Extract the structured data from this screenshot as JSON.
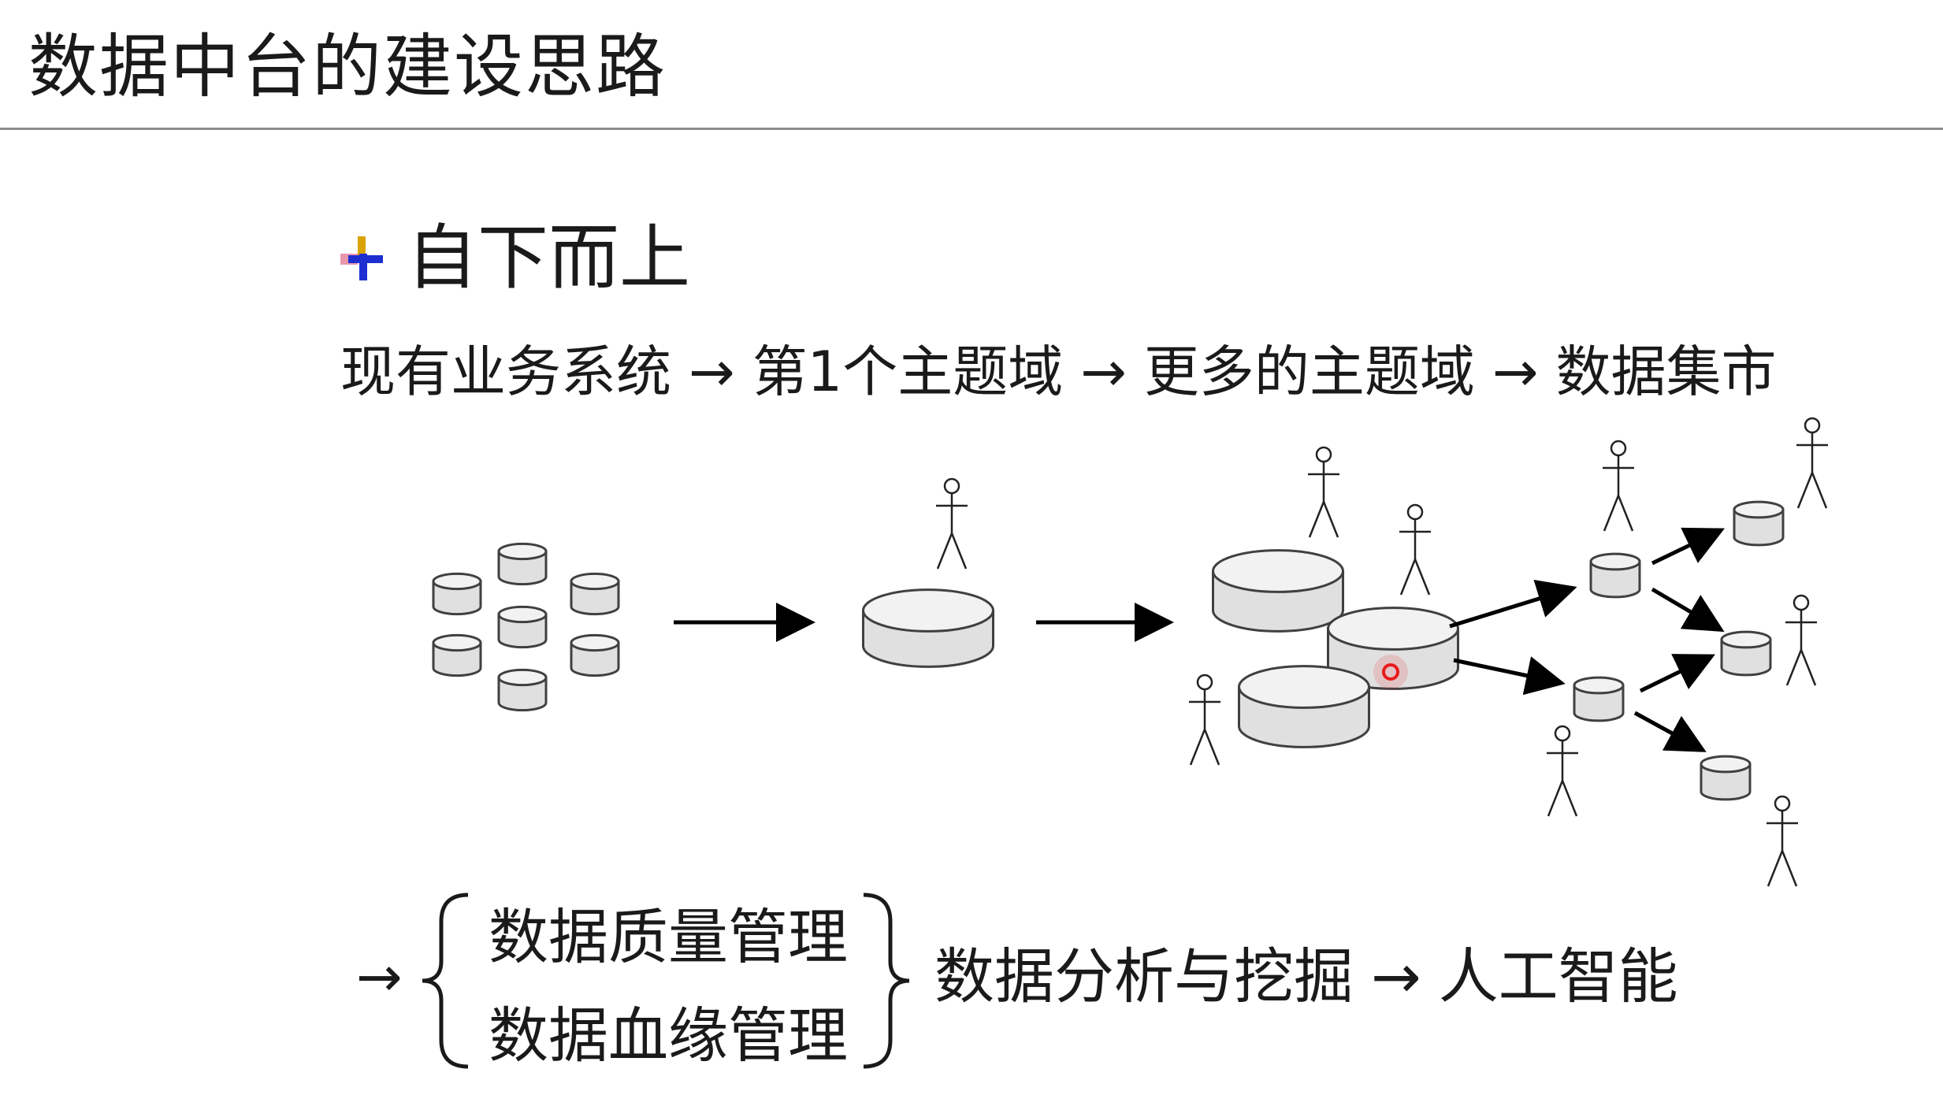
{
  "title": "数据中台的建设思路",
  "section": {
    "heading": "自下而上",
    "icon": "plus-bullet-icon"
  },
  "flow": {
    "steps": [
      "现有业务系统",
      "第1个主题域",
      "更多的主题域",
      "数据集市"
    ],
    "arrow": "→"
  },
  "bottom": {
    "lead_arrow": "→",
    "branches": [
      "数据质量管理",
      "数据血缘管理"
    ],
    "tail": [
      "数据分析与挖掘",
      "人工智能"
    ],
    "arrow": "→"
  },
  "colors": {
    "title_rule": "#8c8c8c",
    "cylinder_fill": "#f2f2f2",
    "cylinder_stroke": "#404040",
    "arrow": "#000000",
    "cursor_marker": "#e8191c"
  }
}
